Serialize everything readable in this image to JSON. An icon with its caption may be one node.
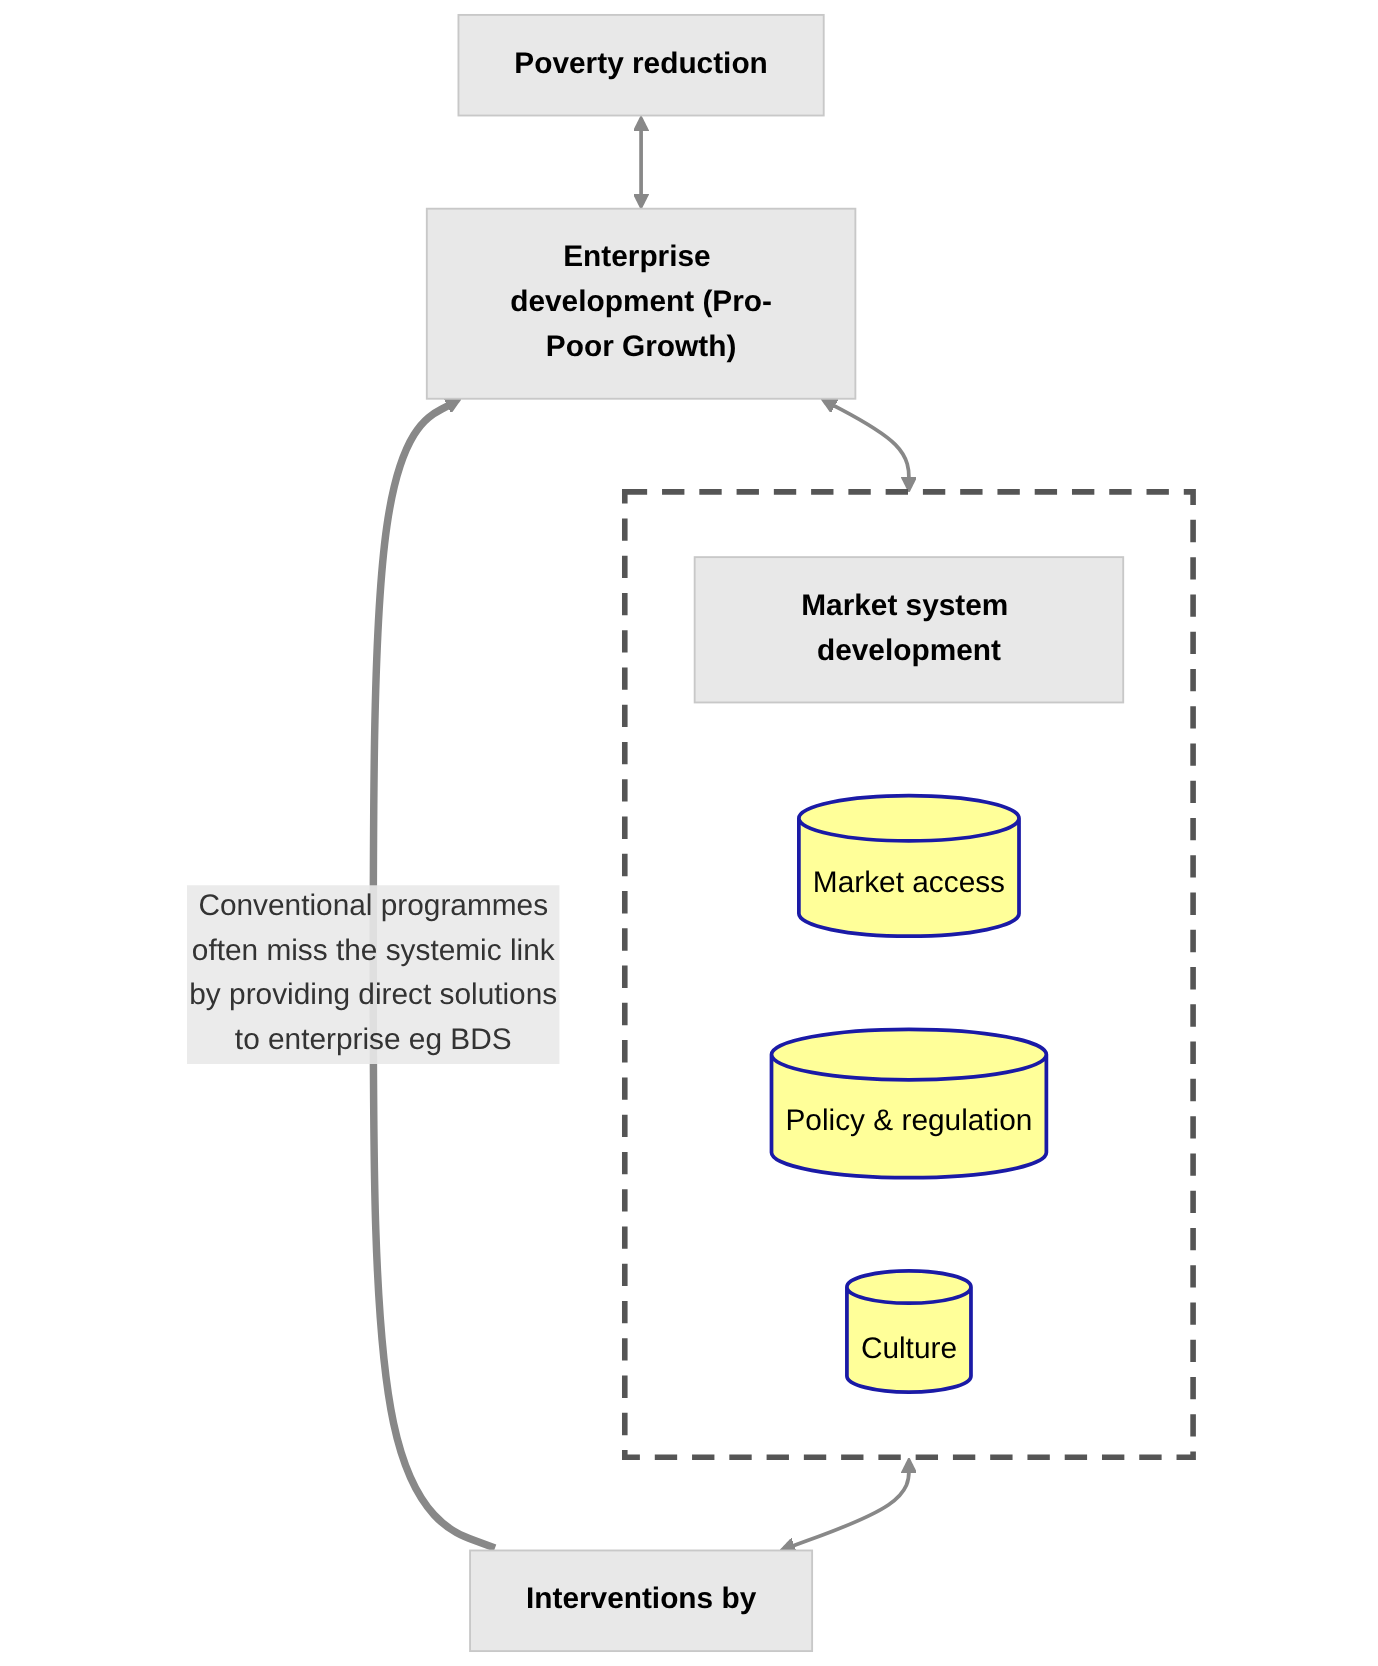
{
  "diagram": {
    "nodes": [
      {
        "text": [
          "Poverty reduction"
        ]
      },
      {
        "text": [
          "Enterprise development (Pro-Poor Growth)"
        ]
      },
      {
        "text": [],
        "shape": "box"
      },
      {
        "text": [
          "Market system development"
        ],
        "in": 2
      },
      {
        "text": [
          "Market access"
        ],
        "in": 2
      },
      {
        "text": [
          "Policy & regulation"
        ],
        "in": 2
      },
      {
        "text": [
          "Culture"
        ],
        "in": 2
      },
      {
        "text": [
          "Interventions by"
        ]
      }
    ],
    "edges": [
      {
        "from": 0,
        "to": 1,
        "arrow": "both"
      },
      {
        "from": 1,
        "to": 2,
        "arrow": "both"
      },
      {
        "from": 2,
        "to": 7,
        "arrow": "both"
      },
      {
        "from": 7,
        "to": 1,
        "arrow": "to",
        "style": "thick",
        "label": "Conventional programmes often miss the systemic link by providing direct solutions to enterprise eg BDS"
      }
    ]
  }
}
